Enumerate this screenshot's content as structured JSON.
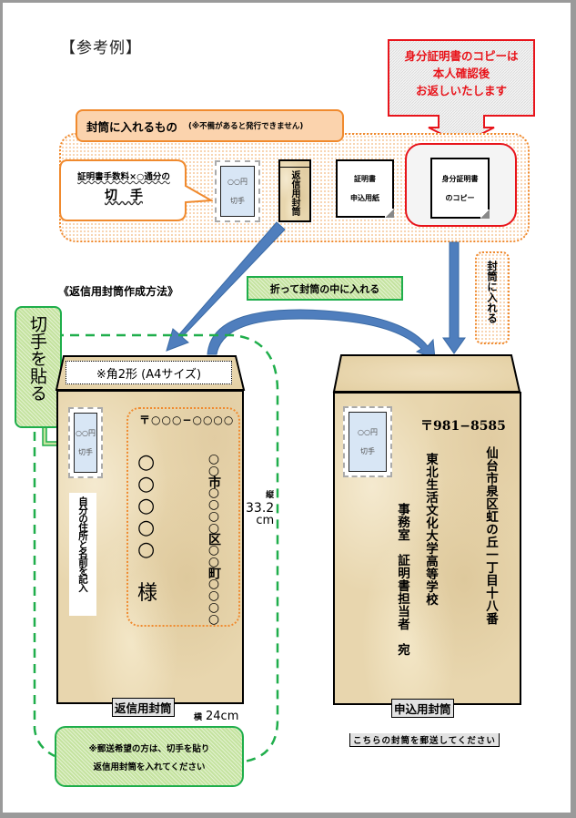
{
  "page": {
    "title": "【参考例】"
  },
  "notice": {
    "lines": [
      "身分証明書のコピーは",
      "本人確認後",
      "お返しいたします"
    ],
    "color": "#e8141b"
  },
  "contents_box": {
    "header": "封筒に入れるもの",
    "header_note": "(※不備があると発行できません)",
    "callout_line1": "証明書手数料×○通分の",
    "callout_line2": "切　手",
    "stamp": {
      "price": "○○円",
      "label": "切手"
    },
    "return_envelope_label": "返信用封筒",
    "application_form": [
      "証明書",
      "申込用紙"
    ],
    "id_copy": [
      "身分証明書",
      "のコピー"
    ]
  },
  "section": {
    "how_to_title": "《返信用封筒作成方法》",
    "fold_label": "折って封筒の中に入れる",
    "insert_label": "封筒に入れる",
    "paste_stamp_label": "切手を貼る"
  },
  "return_envelope": {
    "size_label": "※角2形 (A4サイズ)",
    "postal": "〒○○○−○○○○",
    "name_circles": [
      "○",
      "○",
      "○",
      "○",
      "○"
    ],
    "honorific": "様",
    "address": "○○市○○○○区○○町○○○○",
    "instruction": "自分の住所と名前を記入",
    "stamp": {
      "price": "○○円",
      "label": "切手"
    },
    "caption": "返信用封筒",
    "height_label": "縦",
    "height_value": "33.2",
    "height_unit": "cm",
    "width_label": "横",
    "width_value": "24cm",
    "note_lines": [
      "※郵送希望の方は、切手を貼り",
      "返信用封筒を入れてください"
    ]
  },
  "application_envelope": {
    "postal": "〒981−8585",
    "address": "仙台市泉区虹の丘一丁目十八番",
    "school": "東北生活文化大学高等学校",
    "recipient": "事務室　証明書担当者　宛",
    "stamp": {
      "price": "○○円",
      "label": "切手"
    },
    "caption": "申込用封筒",
    "send_note": "こちらの封筒を郵送してください"
  },
  "colors": {
    "accent_blue": "#4f7ebd",
    "accent_green": "#1fae4b",
    "accent_orange": "#f08a2e",
    "kraft": "#e8d6ae"
  }
}
